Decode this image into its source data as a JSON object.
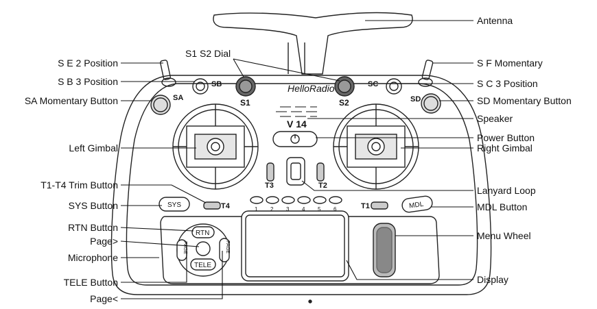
{
  "labels": {
    "antenna": "Antenna",
    "s1s2_dial": "S1 S2 Dial",
    "se2": "S E 2 Position",
    "sb3": "S B 3 Position",
    "sa_mom": "SA Momentary Button",
    "sf_mom": "S F  Momentary",
    "sc3": "S C  3  Position",
    "sd_mom": "SD Momentary Button",
    "speaker": "Speaker",
    "power": "Power Button",
    "right_gimbal": "Right Gimbal",
    "left_gimbal": "Left Gimbal",
    "trim": "T1-T4 Trim Button",
    "sys": "SYS Button",
    "lanyard": "Lanyard Loop",
    "mdl": "MDL Button",
    "rtn": "RTN Button",
    "page_next": "Page>",
    "microphone": "Microphone",
    "menu_wheel": "Menu Wheel",
    "tele": "TELE Button",
    "display": "Display",
    "page_prev": "Page<"
  },
  "device": {
    "brand": "HelloRadio",
    "model": "V 14",
    "sa": "SA",
    "sb": "SB",
    "sc": "SC",
    "sd": "SD",
    "s1": "S1",
    "s2": "S2",
    "t1": "T1",
    "t2": "T2",
    "t3": "T3",
    "t4": "T4",
    "sys": "SYS",
    "mdl": "MDL",
    "rtn": "RTN",
    "tele": "TELE",
    "page_l": "PAGE",
    "page_r": "PAGE",
    "channels": [
      "1",
      "2",
      "3",
      "4",
      "5",
      "6"
    ]
  }
}
